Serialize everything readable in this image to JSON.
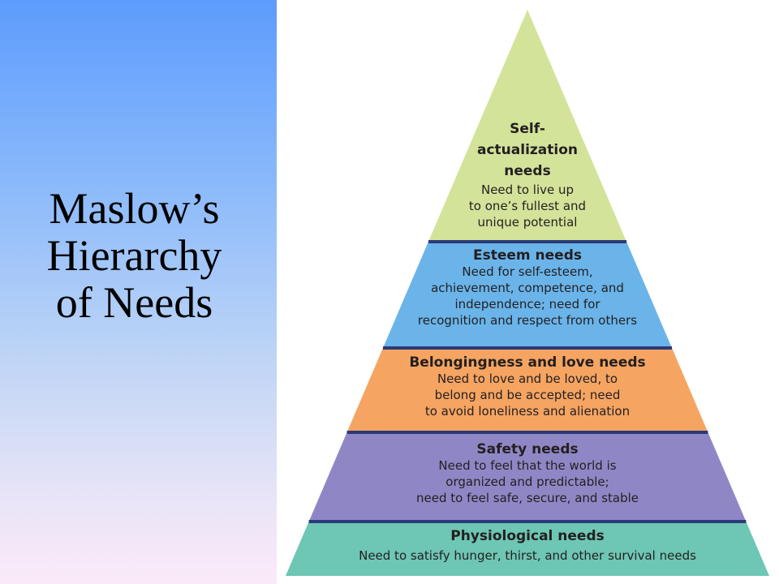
{
  "slide": {
    "title_lines": [
      "Maslow’s",
      "Hierarchy",
      "of Needs"
    ]
  },
  "pyramid": {
    "levels": [
      {
        "name_lines": [
          "Self-",
          "actualization",
          "needs"
        ],
        "description_lines": [
          "Need to live up",
          "to one’s fullest and",
          "unique potential"
        ],
        "color": "#d3e39a"
      },
      {
        "name_lines": [
          "Esteem needs"
        ],
        "description_lines": [
          "Need for self-esteem,",
          "achievement, competence, and",
          "independence; need for",
          "recognition and respect from others"
        ],
        "color": "#6ab4ea"
      },
      {
        "name_lines": [
          "Belongingness and love needs"
        ],
        "description_lines": [
          "Need to love and be loved, to",
          "belong and be accepted; need",
          "to avoid loneliness and alienation"
        ],
        "color": "#f5a462"
      },
      {
        "name_lines": [
          "Safety needs"
        ],
        "description_lines": [
          "Need to feel that the world is",
          "organized and predictable;",
          "need to feel safe, secure, and stable"
        ],
        "color": "#8f87c5"
      },
      {
        "name_lines": [
          "Physiological needs"
        ],
        "description_lines": [
          "Need to satisfy hunger, thirst, and other survival needs"
        ],
        "color": "#6ec6b4"
      }
    ],
    "separator_color": "#2b3a78"
  }
}
